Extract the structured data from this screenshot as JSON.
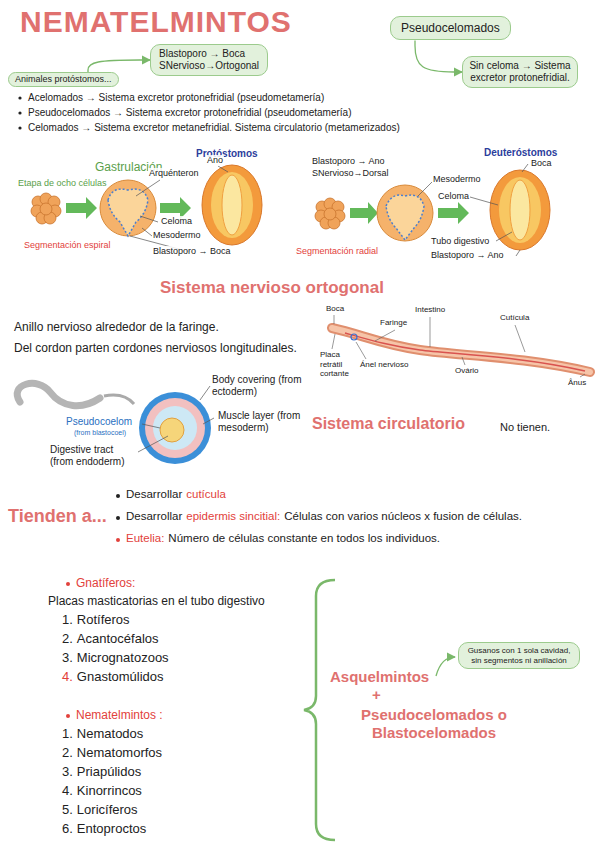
{
  "diagram": {
    "title": "NEMATELMINTOS",
    "nodes": [
      {
        "text": [
          "Pseudocelomados"
        ]
      },
      {
        "text": [
          "Blastoporo → Boca",
          "SNervioso→Ortogonal"
        ]
      },
      {
        "text": [
          "Sin celoma → Sistema excretor protonefridial."
        ]
      },
      {
        "text": [
          "Animales protóstomos..."
        ]
      },
      {
        "text": [
          "Gusanos con 1 sola cavidad, sin segmentos ni anillación"
        ]
      }
    ],
    "edges": [
      {
        "from": 0,
        "to": 2,
        "arrow": "to"
      },
      {
        "from": 3,
        "to": 1,
        "arrow": "to"
      }
    ],
    "labels": [
      "Acelomados → Sistema excretor protonefridial (pseudometamería)",
      "Pseudocelomados → Sistema excretor protonefridial (pseudometamería)",
      "Celomados → Sistema excretor metanefridial. Sistema circulatorio (metamerizados)",
      "Gastrulación",
      "Protóstomos",
      "Etapa de ocho células",
      "Arquénteron",
      "Ano",
      "Celoma",
      "Mesodermo",
      "Blastoporo → Boca",
      "Segmentación espiral",
      "Blastoporo → Ano",
      "SNervioso→Dorsal",
      "Deuteróstomos",
      "Boca",
      "Mesodermo",
      "Celoma",
      "Tubo digestivo",
      "Blastoporo → Ano",
      "Segmentación radial",
      "Sistema nervioso ortogonal",
      "Anillo nervioso alrededor de la faringe.",
      "Del cordon parten cordones nerviosos longitudinales.",
      "Boca",
      "Intestino",
      "Faringe",
      "Cutícula",
      "Placa retrátil cortante",
      "Ánel nervioso",
      "Ovário",
      "Ânus",
      "Body covering (from ectoderm)",
      "Muscle layer (from mesoderm)",
      "Pseudocoelom",
      "(from blastocoel)",
      "Digestive tract (from endoderm)",
      "Sistema circulatorio",
      "No tienen.",
      "Tienden a...",
      "Desarrollar",
      "cutícula",
      "Desarrollar",
      "epidermis sincitial:",
      "Células con varios núcleos x fusion de células.",
      "Eutelia:",
      "Número de células constante en todos los individuos.",
      "Gnatíferos:",
      "Placas masticatorias en el tubo digestivo",
      "1.",
      "Rotíferos",
      "2.",
      "Acantocéfalos",
      "3.",
      "Micrognatozoos",
      "4.",
      "Gnastomúlidos",
      "Nematelmintos :",
      "1.",
      "Nematodos",
      "2.",
      "Nematomorfos",
      "3.",
      "Priapúlidos",
      "4.",
      "Kinorrincos",
      "5.",
      "Loricíferos",
      "6.",
      "Entoproctos",
      "Asquelmintos",
      "+",
      "Pseudocelomados o Blastocelomados"
    ]
  }
}
